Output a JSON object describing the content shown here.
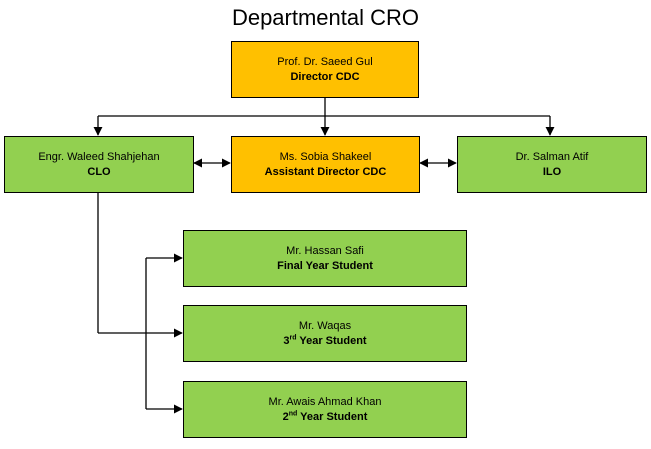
{
  "title": "Departmental CRO",
  "nodes": {
    "director": {
      "name": "Prof. Dr. Saeed Gul",
      "role": "Director CDC",
      "color": "#ffc000"
    },
    "assistant_director": {
      "name": "Ms. Sobia Shakeel",
      "role": "Assistant Director CDC",
      "color": "#ffc000"
    },
    "clo": {
      "name": "Engr. Waleed Shahjehan",
      "role": "CLO",
      "color": "#92d050"
    },
    "ilo": {
      "name": "Dr. Salman Atif",
      "role": "ILO",
      "color": "#92d050"
    },
    "final_year": {
      "name": "Mr. Hassan Safi",
      "role": "Final Year Student",
      "color": "#92d050"
    },
    "third_year": {
      "name": "Mr. Waqas",
      "role_num": "3",
      "role_sup": "rd",
      "role_rest": " Year Student",
      "color": "#92d050"
    },
    "second_year": {
      "name": "Mr. Awais Ahmad Khan",
      "role_num": "2",
      "role_sup": "nd",
      "role_rest": " Year Student",
      "color": "#92d050"
    }
  }
}
